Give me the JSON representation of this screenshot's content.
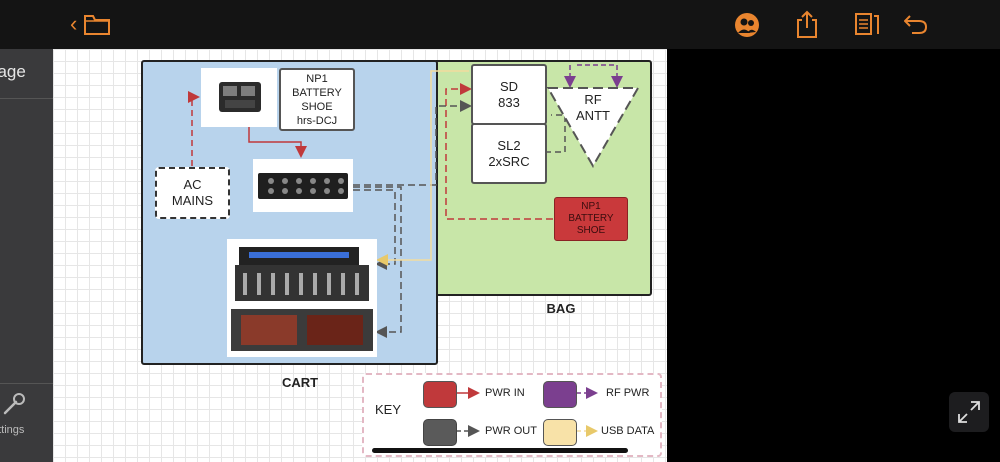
{
  "toolbar": {
    "back_icon": "chevron-left-icon",
    "folder_icon": "folder-icon",
    "collab_icon": "collaborate-icon",
    "share_icon": "share-icon",
    "pages_icon": "pages-icon",
    "undo_icon": "undo-icon",
    "accent_color": "#e9852f"
  },
  "sidebar": {
    "title_fragment": "nage",
    "settings_label": "ettings"
  },
  "diagram": {
    "cart_label": "CART",
    "bag_label": "BAG",
    "cart_color": "#b8d3ec",
    "bag_color": "#c8e6a8",
    "nodes": {
      "np1_cart": "NP1\nBATTERY\nSHOE\nhrs-DCJ",
      "ac_mains": "AC\nMAINS",
      "sd833": "SD\n833",
      "sl2": "SL2\n2xSRC",
      "rf_antt": "RF\nANTT",
      "np1_bag": "NP1\nBATTERY\nSHOE"
    },
    "key": {
      "title": "KEY",
      "pwr_in": "PWR IN",
      "rf_pwr": "RF PWR",
      "pwr_out": "PWR OUT",
      "usb_data": "USB DATA",
      "pwr_in_color": "#c0393b",
      "rf_pwr_color": "#7b3f8f",
      "pwr_out_color": "#555555",
      "usb_data_color": "#f3dc9e"
    }
  }
}
